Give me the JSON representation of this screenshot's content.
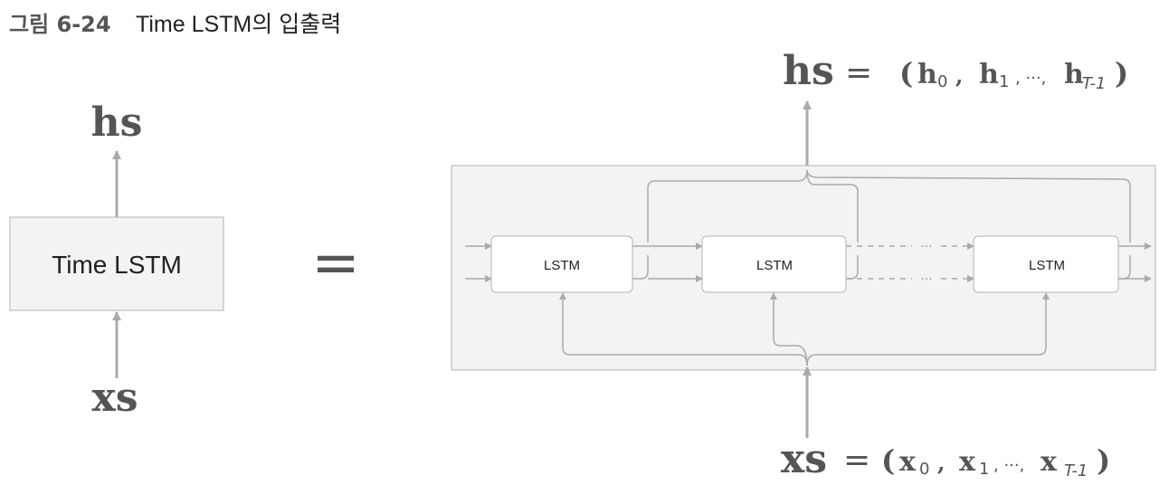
{
  "caption": {
    "label": "그림 6-24",
    "title": "Time LSTM의 입출력"
  },
  "left_block": {
    "output_label": "hs",
    "box_label": "Time LSTM",
    "input_label": "xs"
  },
  "equals_symbol": "=",
  "right_block": {
    "cells": [
      "LSTM",
      "LSTM",
      "LSTM"
    ],
    "ellipsis": "···",
    "output_expr": {
      "lhs": "hs",
      "eq": "=",
      "open": "(",
      "items": [
        {
          "base": "h",
          "sub": "0",
          "sep": ","
        },
        {
          "base": "h",
          "sub": "1",
          "sep": ", ···,"
        },
        {
          "base": "h",
          "sub": "T-1",
          "sep": ""
        }
      ],
      "close": ")"
    },
    "input_expr": {
      "lhs": "xs",
      "eq": "=",
      "open": "(",
      "items": [
        {
          "base": "x",
          "sub": "0",
          "sep": ","
        },
        {
          "base": "x",
          "sub": "1",
          "sep": ", ···,"
        },
        {
          "base": "x",
          "sub": "T-1",
          "sep": ""
        }
      ],
      "close": ")"
    }
  },
  "colors": {
    "box_fill": "#f2f3f2",
    "box_border": "#b3b3b3",
    "arrow": "#aaaaaa",
    "text_dark": "#555555"
  }
}
